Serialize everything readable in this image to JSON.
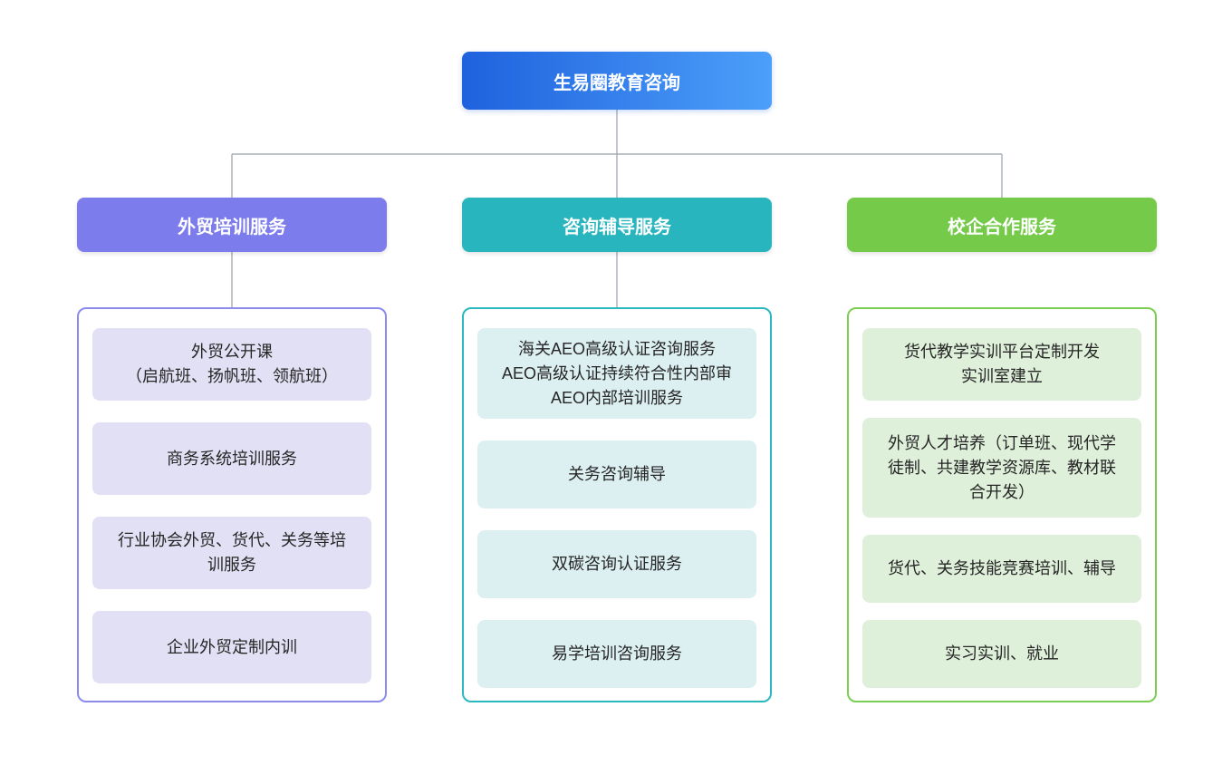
{
  "diagram": {
    "title": "生易圈教育咨询",
    "connector_color": "#97A1AB",
    "root": {
      "label": "生易圈教育咨询",
      "gradient_start": "#1F62DD",
      "gradient_end": "#4C9FFA",
      "text_color": "#FFFFFF"
    },
    "branches": [
      {
        "label": "外贸培训服务",
        "header_color": "#7C7CEC",
        "border_color": "#8B8BEF",
        "item_bg": "#E2E0F4",
        "items": [
          "外贸公开课\n（启航班、扬帆班、领航班）",
          "商务系统培训服务",
          "行业协会外贸、货代、关务等培\n训服务",
          "企业外贸定制内训"
        ]
      },
      {
        "label": "咨询辅导服务",
        "header_color": "#28B5BE",
        "border_color": "#2BB7BE",
        "item_bg": "#DCEFF1",
        "items": [
          "海关AEO高级认证咨询服务\nAEO高级认证持续符合性内部审\nAEO内部培训服务",
          "关务咨询辅导",
          "双碳咨询认证服务",
          "易学培训咨询服务"
        ]
      },
      {
        "label": "校企合作服务",
        "header_color": "#75CB49",
        "border_color": "#7BCE52",
        "item_bg": "#DEEFDA",
        "items": [
          "货代教学实训平台定制开发\n实训室建立",
          "外贸人才培养（订单班、现代学\n徒制、共建教学资源库、教材联\n合开发）",
          "货代、关务技能竞赛培训、辅导",
          "实习实训、就业"
        ]
      }
    ]
  }
}
